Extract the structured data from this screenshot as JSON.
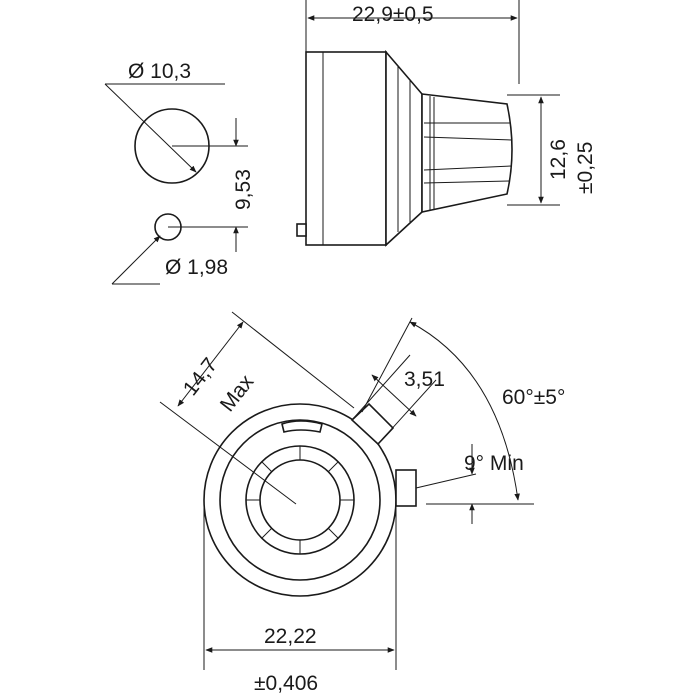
{
  "labels": {
    "dia_large": "Ø 10,3",
    "dia_small": "Ø 1,98",
    "spacing": "9,53",
    "length": "22,9±0,5",
    "height_value": "12,6",
    "height_tol": "±0,25",
    "max_value": "14,7",
    "max_suffix": "Max",
    "slot": "3,51",
    "angle": "60°±5°",
    "min_angle": "9° Min",
    "body_value": "22,22",
    "body_tol": "±0,406"
  }
}
